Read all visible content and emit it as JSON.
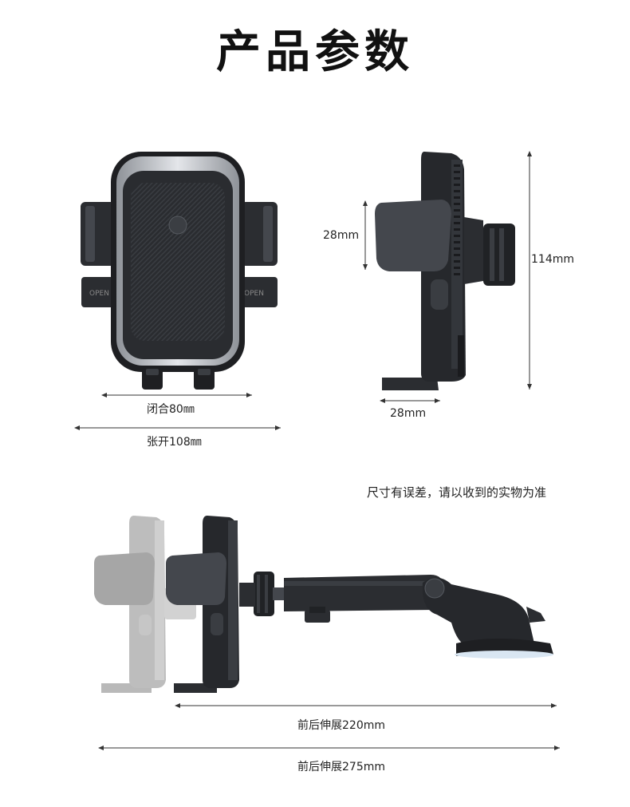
{
  "page": {
    "title": "产品参数",
    "note": "尺寸有误差，请以收到的实物为准"
  },
  "front_view": {
    "closed_label": "闭合80㎜",
    "open_label": "张开108㎜",
    "arm_text_left": "OPEN",
    "arm_text_right": "OPEN"
  },
  "side_view": {
    "clamp_height_label": "28mm",
    "total_height_label": "114mm",
    "base_width_label": "28mm"
  },
  "extension_view": {
    "short_extension_label": "前后伸展220mm",
    "long_extension_label": "前后伸展275mm"
  },
  "colors": {
    "body_dark": "#2b2d31",
    "frame_silver": "#c9ccd1",
    "ghost_gray": "#b9b9b9",
    "dimension_line": "#333333"
  },
  "icons": [
    "arrow-left-icon",
    "arrow-right-icon",
    "arrow-up-icon",
    "arrow-down-icon"
  ]
}
